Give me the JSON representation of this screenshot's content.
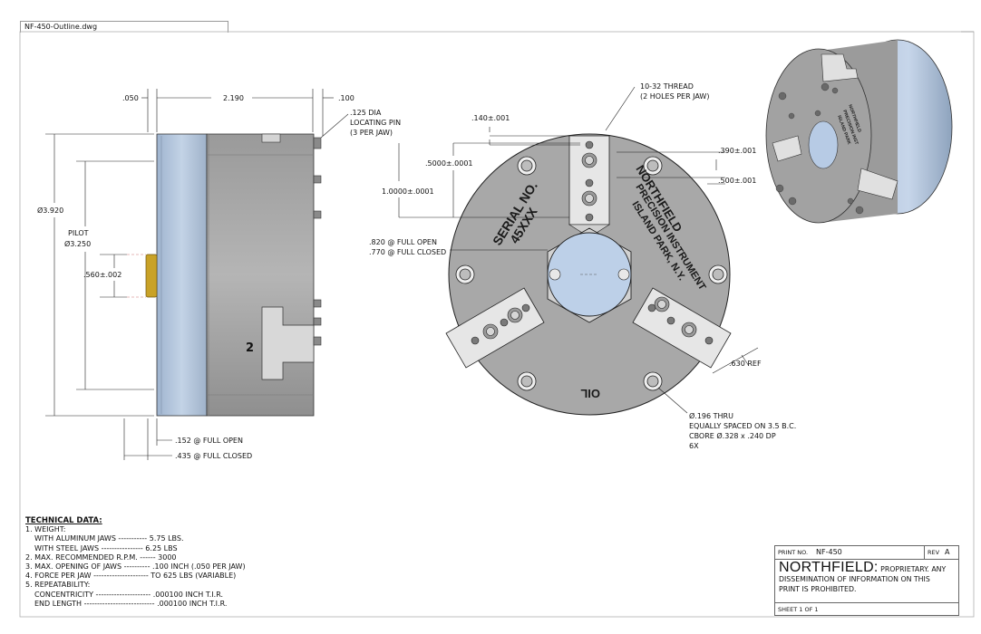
{
  "file_tab": "NF-450-Outline.dwg",
  "side_view": {
    "dim_left": ".050",
    "dim_width": "2.190",
    "dim_right": ".100",
    "pin_note": [
      ".125 DIA",
      "LOCATING PIN",
      "(3 PER JAW)"
    ],
    "dim_dia": "Ø3.920",
    "pilot_label": "PILOT",
    "pilot_dia": "Ø3.250",
    "dim_pilot_len": ".560±.002",
    "jaw_number": "2",
    "dim_open": ".152 @ FULL OPEN",
    "dim_closed": ".435 @ FULL CLOSED"
  },
  "front_view": {
    "thread_note": [
      "10-32 THREAD",
      "(2 HOLES PER JAW)"
    ],
    "dim_140": ".140±.001",
    "dim_5000": ".5000±.0001",
    "dim_10000": "1.0000±.0001",
    "dim_390": ".390±.001",
    "dim_500": ".500±.001",
    "bore_note": [
      ".820 @ FULL OPEN",
      ".770 @ FULL CLOSED"
    ],
    "dim_630": ".630 REF",
    "hole_note": [
      "Ø.196 THRU",
      "EQUALLY SPACED ON 3.5 B.C.",
      "CBORE Ø.328 x .240 DP",
      "6X"
    ],
    "serial_text": [
      "SERIAL NO.",
      "45XXX"
    ],
    "brand_text": [
      "NORTHFIELD",
      "PRECISION INSTRUMENT",
      "ISLAND PARK, N.Y."
    ],
    "oil_text": "OIL"
  },
  "technical_data": {
    "heading": "TECHNICAL DATA:",
    "lines": [
      {
        "text": "1. WEIGHT:",
        "indent": false
      },
      {
        "text": "WITH ALUMINUM JAWS ----------- 5.75 LBS.",
        "indent": true
      },
      {
        "text": "WITH STEEL JAWS ---------------- 6.25 LBS",
        "indent": true
      },
      {
        "text": "2. MAX. RECOMMENDED R.P.M. ------ 3000",
        "indent": false
      },
      {
        "text": "3. MAX. OPENING OF JAWS ---------- .100 INCH (.050 PER JAW)",
        "indent": false
      },
      {
        "text": "4. FORCE PER JAW --------------------- TO 625 LBS (VARIABLE)",
        "indent": false
      },
      {
        "text": "5. REPEATABILITY:",
        "indent": false
      },
      {
        "text": "CONCENTRICITY --------------------- .000100 INCH T.I.R.",
        "indent": true
      },
      {
        "text": "END LENGTH --------------------------- .000100 INCH T.I.R.",
        "indent": true
      }
    ]
  },
  "title_block": {
    "print_no_label": "PRINT NO.",
    "print_no": "NF-450",
    "rev_label": "REV",
    "rev": "A",
    "brand": "NORTHFIELD:",
    "notice_1": "PROPRIETARY. ANY",
    "notice_2": "DISSEMINATION OF INFORMATION ON THIS",
    "notice_3": "PRINT IS PROHIBITED.",
    "sheet": "SHEET 1 OF 1"
  },
  "colors": {
    "body_gray": "#a6a6a6",
    "dark_gray": "#8e8e8e",
    "pilot_blue": "#b4c6dc",
    "bore_blue": "#bdd0e8",
    "pin_brass": "#c9a227",
    "line": "#222222"
  }
}
